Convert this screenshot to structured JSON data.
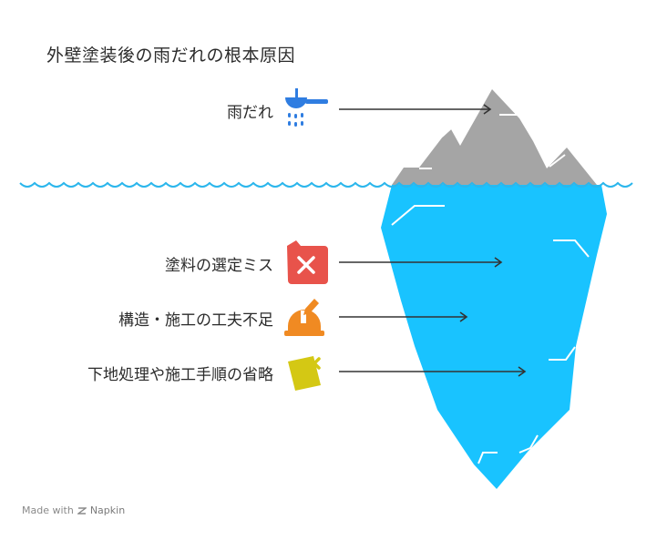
{
  "title": "外壁塗装後の雨だれの根本原因",
  "above_water": {
    "label": "雨だれ",
    "icon": "rain-gutter-icon",
    "color": "#2f7de1"
  },
  "below_water": [
    {
      "label": "塗料の選定ミス",
      "icon": "gas-can-x-icon",
      "color": "#e8534b"
    },
    {
      "label": "構造・施工の工夫不足",
      "icon": "hardhat-pencil-icon",
      "color": "#f08a22"
    },
    {
      "label": "下地処理や施工手順の省略",
      "icon": "note-x-icon",
      "color": "#d4c814"
    }
  ],
  "colors": {
    "iceberg_tip": "#a5a5a5",
    "iceberg_body": "#19c3ff",
    "water": "#2bb6ec",
    "arrow": "#333333"
  },
  "footer": {
    "made_with": "Made with",
    "brand": "Napkin"
  }
}
